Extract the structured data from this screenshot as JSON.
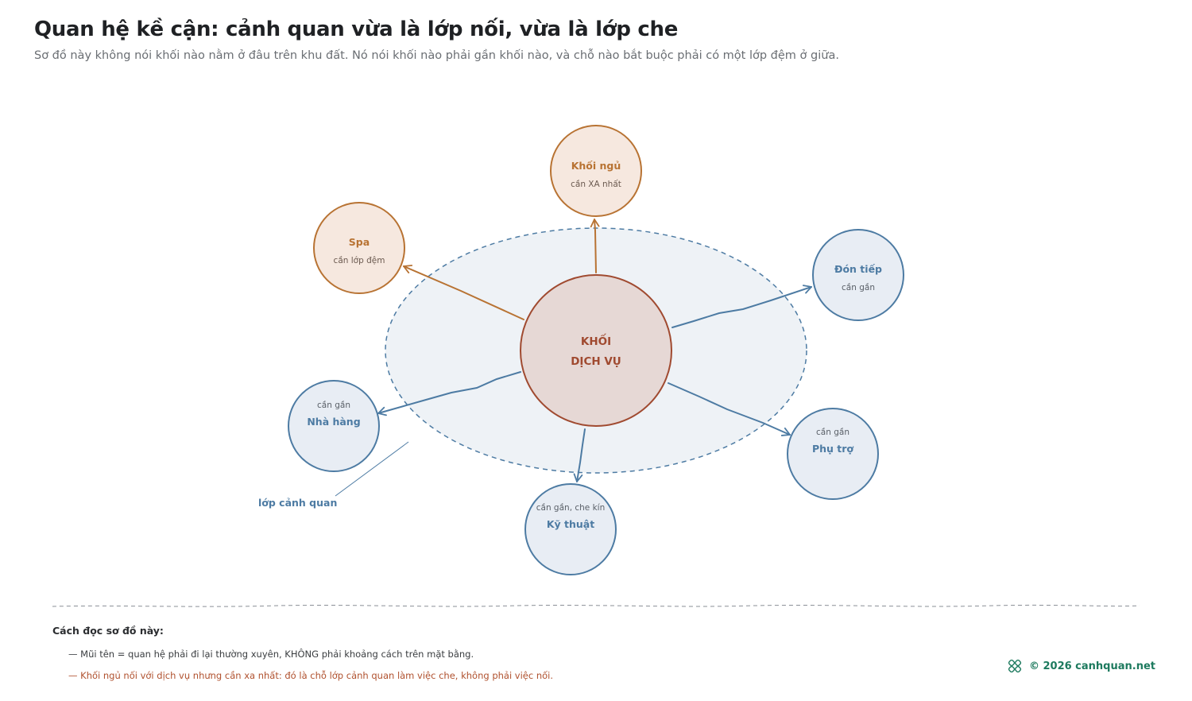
{
  "header": {
    "title": "Quan hệ kề cận: cảnh quan vừa là lớp nối, vừa là lớp che",
    "subtitle": "Sơ đồ này không nói khối nào nằm ở đâu trên khu đất. Nó nói khối nào phải gần khối nào, và chỗ nào bắt buộc phải có một lớp đệm ở giữa."
  },
  "diagram": {
    "center": {
      "line1": "KHỐI",
      "line2": "DỊCH VỤ"
    },
    "landscape_label": "lớp cảnh quan",
    "nodes": {
      "khoi_ngu": {
        "name": "Khối ngủ",
        "note": "cần XA nhất"
      },
      "spa": {
        "name": "Spa",
        "note": "cần lớp đệm"
      },
      "don_tiep": {
        "name": "Đón tiếp",
        "note": "cần gần"
      },
      "nha_hang": {
        "name": "Nhà hàng",
        "note": "cần gần"
      },
      "phu_tro": {
        "name": "Phụ trợ",
        "note": "cần gần"
      },
      "ky_thuat": {
        "name": "Kỹ thuật",
        "note": "cần gần, che kín"
      }
    },
    "colors": {
      "warm": "#b87333",
      "warm_fill": "#f6e8df",
      "cool": "#4d7ba3",
      "cool_fill": "#e8edf4",
      "center_stroke": "#a04a30",
      "center_fill": "#e6d8d5",
      "center_text": "#a04a30",
      "zone_fill": "#eef2f6"
    }
  },
  "legend": {
    "heading": "Cách đọc sơ đồ này:",
    "line1": "— Mũi tên = quan hệ phải đi lại thường xuyên, KHÔNG phải khoảng cách trên mặt bằng.",
    "line2": "— Khối ngủ nối với dịch vụ nhưng cần xa nhất: đó là chỗ lớp cảnh quan làm việc che, không phải việc nối."
  },
  "footer": {
    "credit": "© 2026 canhquan.net",
    "icon": "knot-logo-icon"
  }
}
